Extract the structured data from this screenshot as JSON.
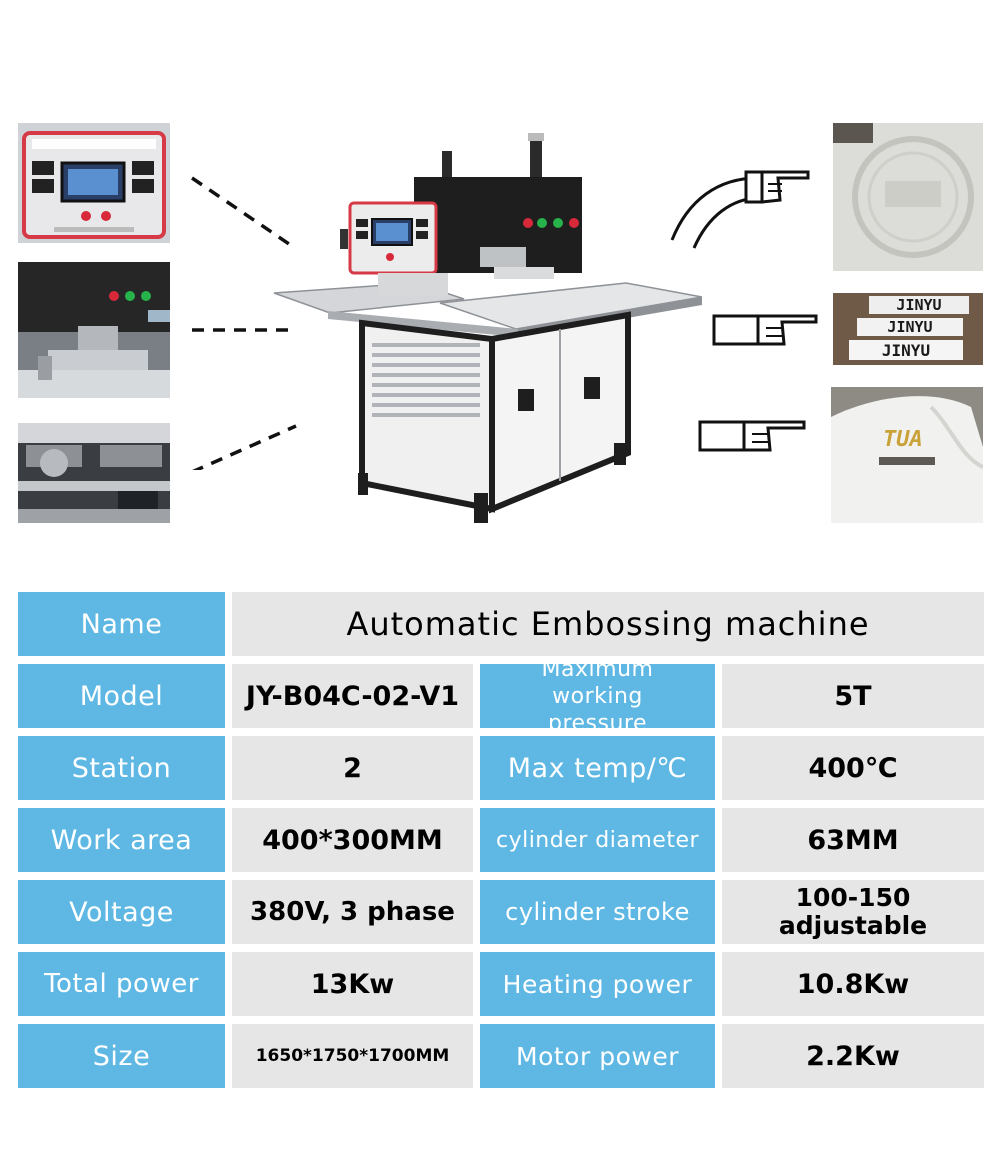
{
  "brand": {
    "thumb_label_rows": [
      "JINYU",
      "JINYU",
      "JINYU"
    ],
    "logo_text": "TUA"
  },
  "specs": {
    "name": {
      "label": "Name",
      "value": "Automatic Embossing machine"
    },
    "rows": [
      {
        "left_label": "Model",
        "left_value": "JY-B04C-02-V1",
        "right_label": "Maximum working pressure",
        "right_value": "5T"
      },
      {
        "left_label": "Station",
        "left_value": "2",
        "right_label": "Max temp/℃",
        "right_value": "400℃"
      },
      {
        "left_label": "Work area",
        "left_value": "400*300MM",
        "right_label": "cylinder diameter",
        "right_value": "63MM"
      },
      {
        "left_label": "Voltage",
        "left_value": "380V, 3 phase",
        "right_label": "cylinder stroke",
        "right_value": "100-150 adjustable"
      },
      {
        "left_label": "Total power",
        "left_value": "13Kw",
        "right_label": "Heating power",
        "right_value": "10.8Kw"
      },
      {
        "left_label": "Size",
        "left_value": "1650*1750*1700MM",
        "right_label": "Motor power",
        "right_value": "2.2Kw"
      }
    ]
  },
  "colors": {
    "label_bg": "#5fb8e4",
    "value_bg": "#e6e6e6",
    "machine_dark": "#1e1e1e",
    "machine_light": "#eeeeee",
    "panel_red": "#d8293a"
  },
  "icons": [
    "pointing-hand-icon",
    "dashed-leader-line"
  ]
}
